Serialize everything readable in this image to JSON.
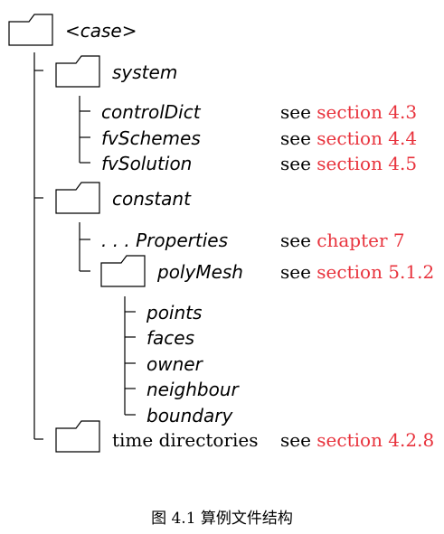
{
  "tree": {
    "root": {
      "label": "<case>"
    },
    "system": {
      "label": "system",
      "files": [
        {
          "name": "controlDict",
          "see": "see",
          "ref": "section 4.3"
        },
        {
          "name": "fvSchemes",
          "see": "see",
          "ref": "section 4.4"
        },
        {
          "name": "fvSolution",
          "see": "see",
          "ref": "section 4.5"
        }
      ]
    },
    "constant": {
      "label": "constant",
      "properties": {
        "name": ". . . Properties",
        "see": "see",
        "ref": "chapter 7"
      },
      "polymesh": {
        "label": "polyMesh",
        "see": "see",
        "ref": "section 5.1.2",
        "files": [
          "points",
          "faces",
          "owner",
          "neighbour",
          "boundary"
        ]
      }
    },
    "time": {
      "label": "time directories",
      "see": "see",
      "ref": "section 4.2.8"
    }
  },
  "caption": "图 4.1  算例文件结构",
  "colors": {
    "link": "#e8333d",
    "line": "#000000"
  }
}
